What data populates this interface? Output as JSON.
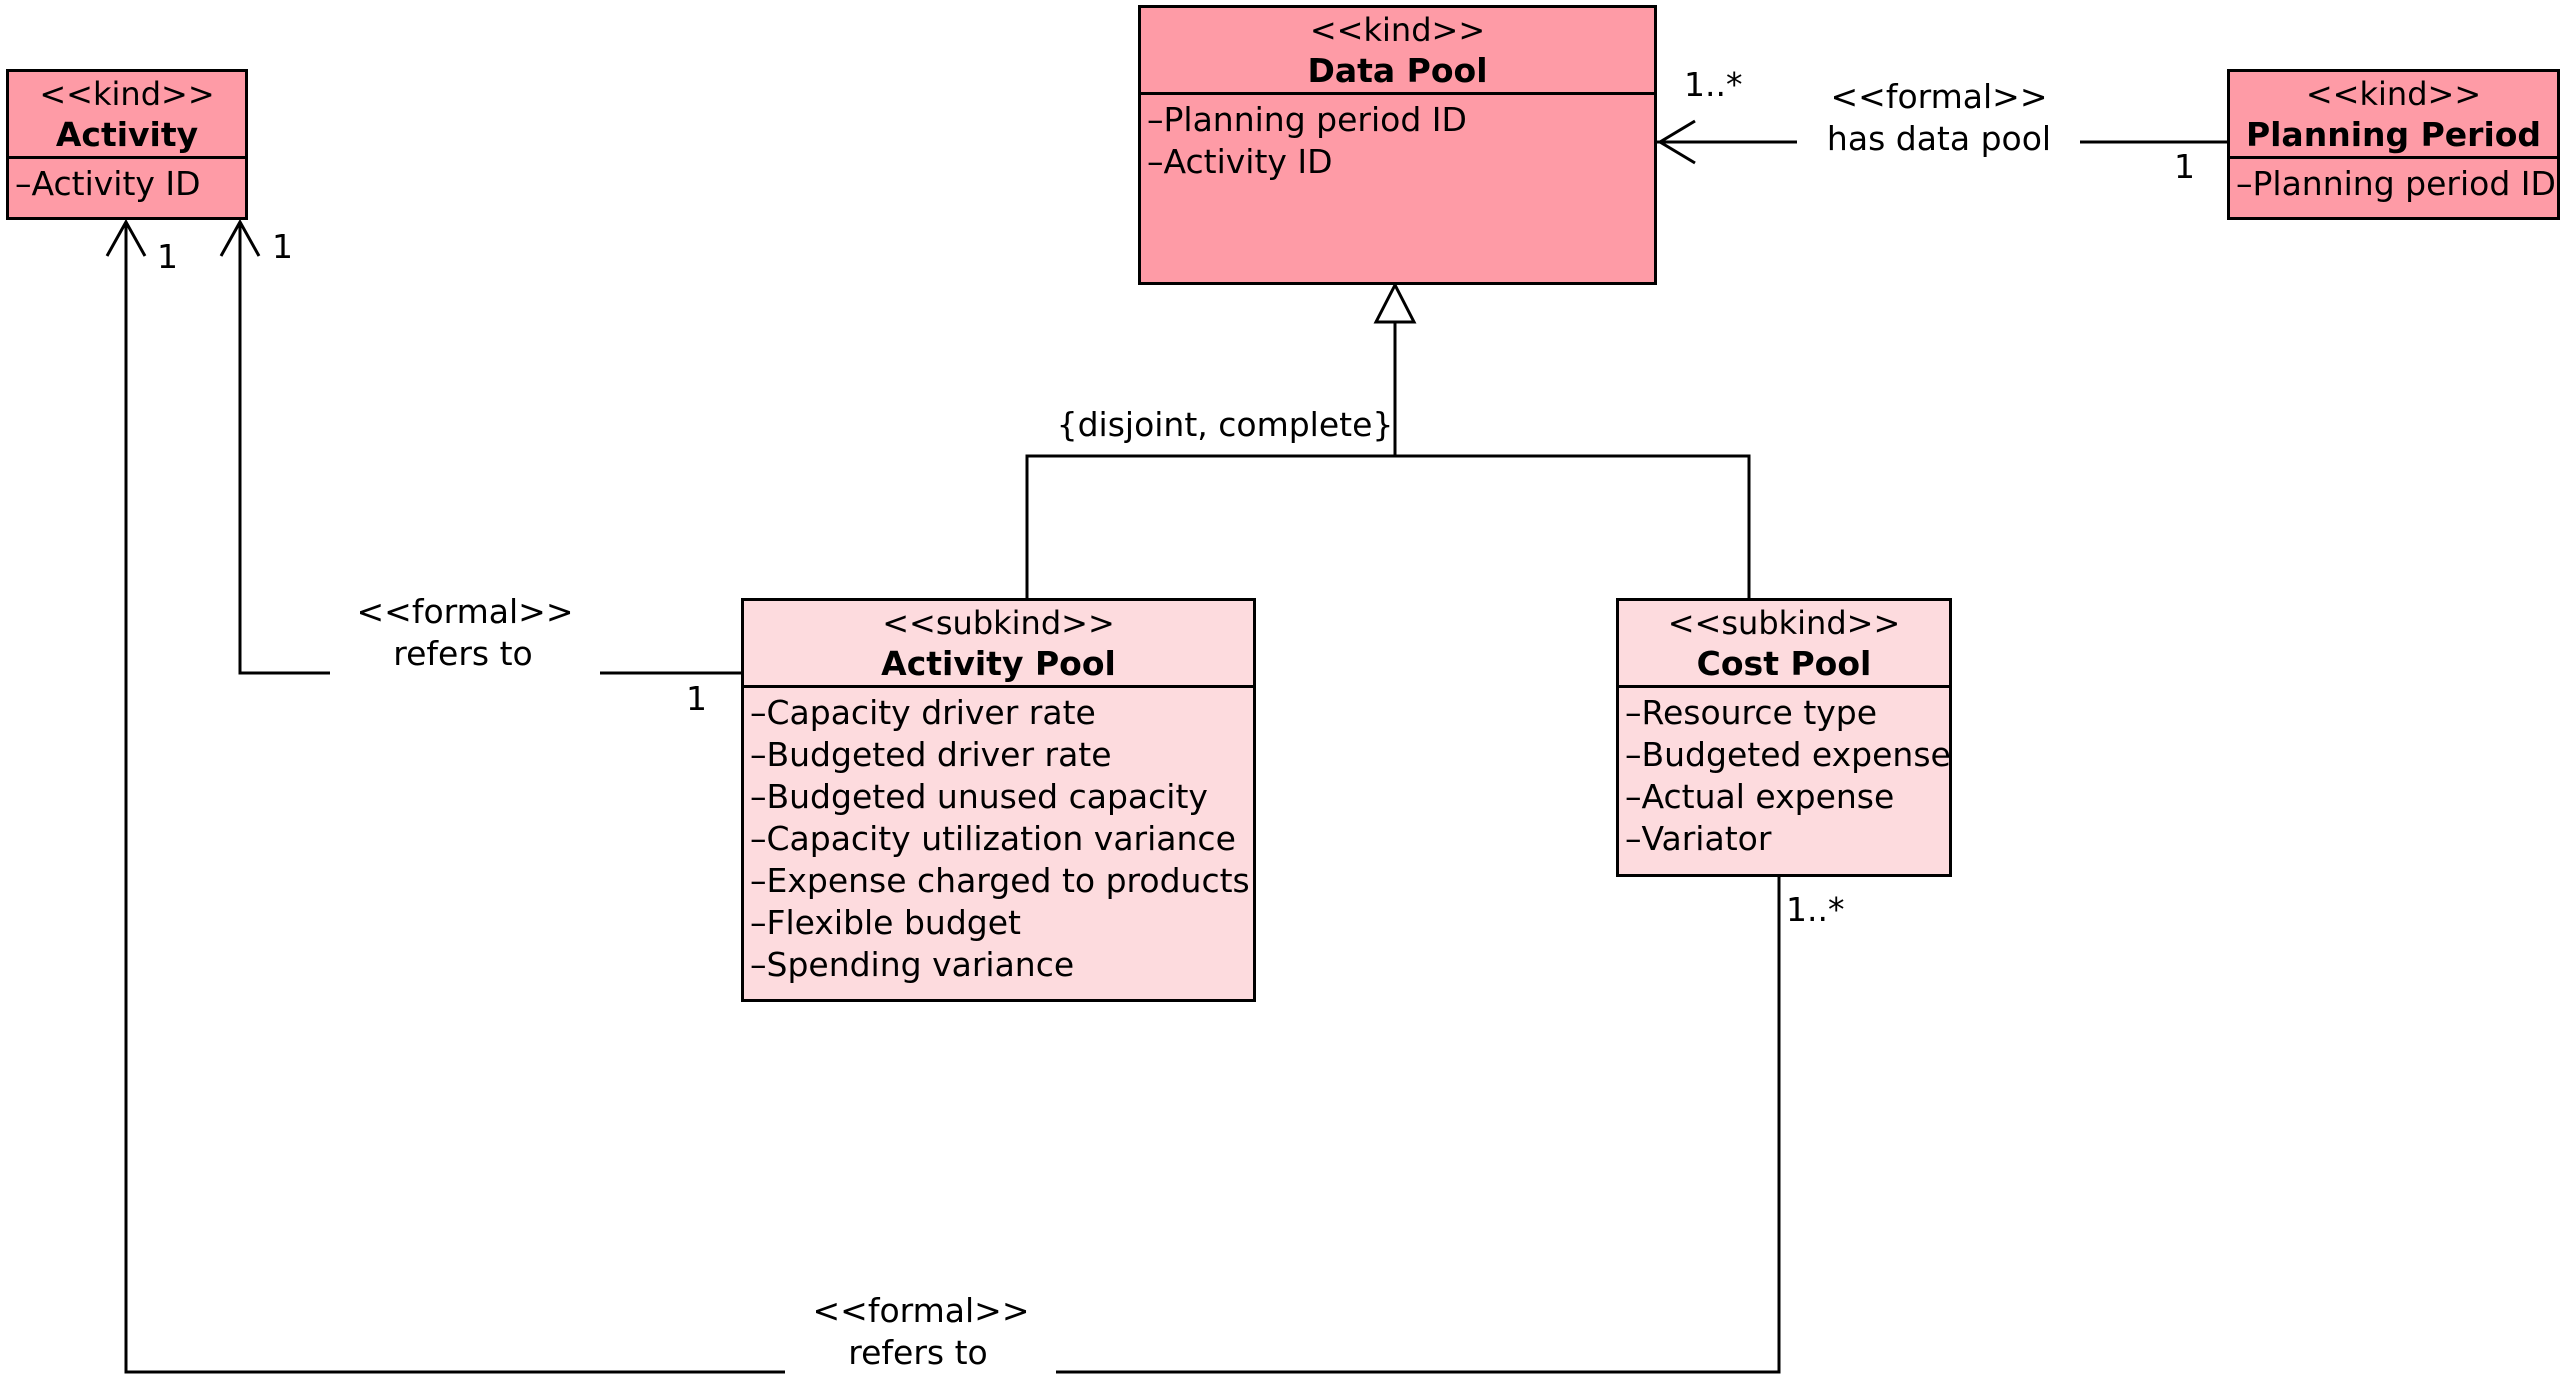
{
  "classes": {
    "activity": {
      "stereotype": "<<kind>>",
      "name": "Activity",
      "attributes": [
        "Activity ID"
      ]
    },
    "data_pool": {
      "stereotype": "<<kind>>",
      "name": "Data Pool",
      "attributes": [
        "Planning period ID",
        "Activity ID"
      ]
    },
    "planning_period": {
      "stereotype": "<<kind>>",
      "name": "Planning Period",
      "attributes": [
        "Planning period ID"
      ]
    },
    "activity_pool": {
      "stereotype": "<<subkind>>",
      "name": "Activity Pool",
      "attributes": [
        "Capacity driver rate",
        "Budgeted driver rate",
        "Budgeted unused capacity",
        "Capacity utilization variance",
        "Expense charged to products",
        "Flexible budget",
        "Spending variance"
      ]
    },
    "cost_pool": {
      "stereotype": "<<subkind>>",
      "name": "Cost Pool",
      "attributes": [
        "Resource type",
        "Budgeted expense",
        "Actual expense",
        "Variator"
      ]
    }
  },
  "generalization": {
    "constraint": "{disjoint, complete}"
  },
  "associations": {
    "has_data_pool": {
      "stereotype": "<<formal>>",
      "name": "has data pool",
      "mult_target": "1..*",
      "mult_source": "1"
    },
    "activity_pool_refers": {
      "stereotype": "<<formal>>",
      "name": "refers to",
      "mult_target": "1",
      "mult_source": "1"
    },
    "cost_pool_refers": {
      "stereotype": "<<formal>>",
      "name": "refers to",
      "mult_target": "1",
      "mult_source": "1..*"
    }
  },
  "colors": {
    "kind_fill": "#fe9ba6",
    "subkind_fill": "#fddbde",
    "line": "#000000"
  }
}
